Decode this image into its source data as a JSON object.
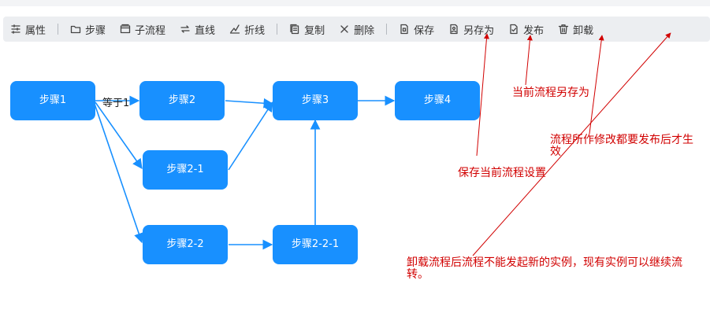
{
  "toolbar": {
    "items": [
      {
        "label": "属性",
        "icon": "sliders-icon"
      },
      {
        "label": "步骤",
        "icon": "folder-icon"
      },
      {
        "label": "子流程",
        "icon": "window-icon"
      },
      {
        "label": "直线",
        "icon": "straight-line-icon"
      },
      {
        "label": "折线",
        "icon": "polyline-icon"
      },
      {
        "label": "复制",
        "icon": "copy-icon"
      },
      {
        "label": "删除",
        "icon": "close-icon"
      },
      {
        "label": "保存",
        "icon": "save-icon"
      },
      {
        "label": "另存为",
        "icon": "save-as-icon"
      },
      {
        "label": "发布",
        "icon": "publish-icon"
      },
      {
        "label": "卸载",
        "icon": "trash-icon"
      }
    ]
  },
  "flow": {
    "nodes": [
      "步骤1",
      "步骤2",
      "步骤3",
      "步骤4",
      "步骤2-1",
      "步骤2-2",
      "步骤2-2-1"
    ],
    "edge_label": "等于1"
  },
  "annotations": {
    "save": "保存当前流程设置",
    "save_as": "当前流程另存为",
    "publish": "流程所作修改都要发布后才生效",
    "uninstall": "卸载流程后流程不能发起新的实例，现有实例可以继续流转。"
  },
  "colors": {
    "node": "#1890ff",
    "edge": "#1890ff",
    "annotation": "#d10000"
  }
}
